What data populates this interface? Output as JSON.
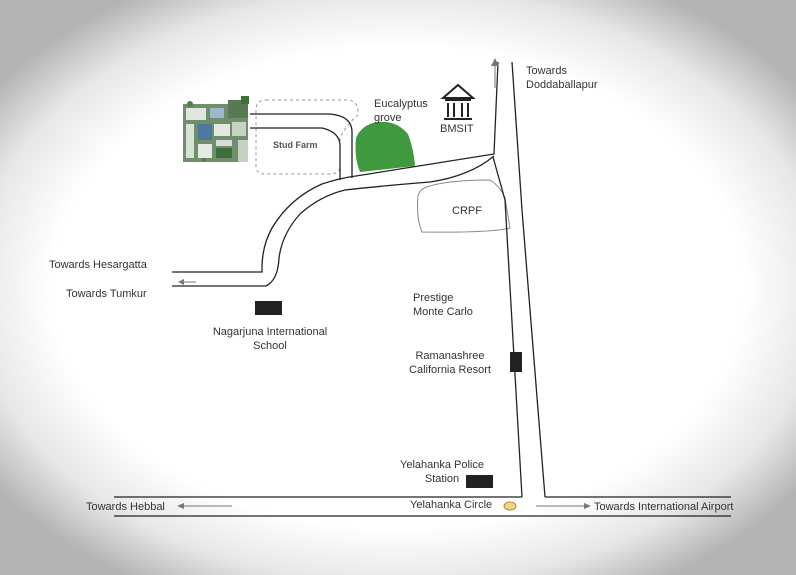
{
  "colors": {
    "road": "#222222",
    "grove": "#3f9a3f",
    "landmark": "#222222",
    "circle": "#f2d38a",
    "arrow": "#777777"
  },
  "labels": {
    "doddaballapur": [
      "Towards",
      "Doddaballapur"
    ],
    "eucalyptus": [
      "Eucalyptus",
      "grove"
    ],
    "bmsit": "BMSIT",
    "stud_farm": "Stud Farm",
    "crpf": "CRPF",
    "hesargatta": "Towards Hesargatta",
    "tumkur": "Towards Tumkur",
    "nagarjuna": [
      "Nagarjuna International",
      "School"
    ],
    "prestige": [
      "Prestige",
      "Monte Carlo"
    ],
    "ramanashree": [
      "Ramanashree",
      "California Resort"
    ],
    "police": [
      "Yelahanka Police",
      "Station"
    ],
    "hebbal": "Towards Hebbal",
    "yelahanka_circle": "Yelahanka Circle",
    "airport": "Towards International Airport"
  },
  "icons": {
    "bmsit": "temple-icon",
    "project": "site-plan-icon",
    "circle": "roundabout-icon"
  }
}
